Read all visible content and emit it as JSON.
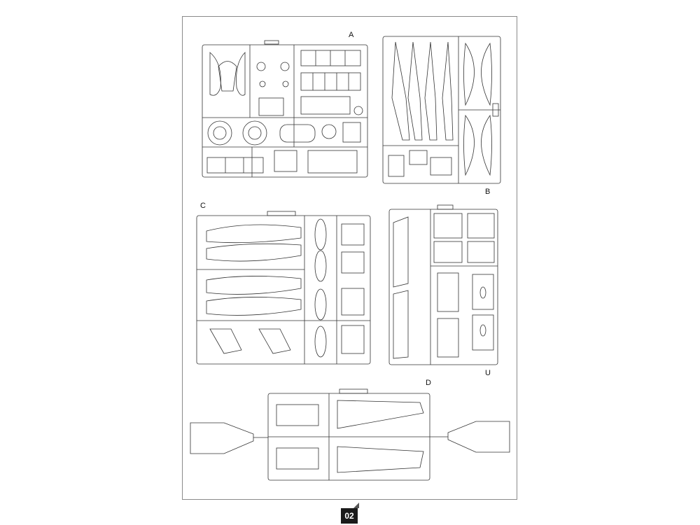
{
  "page": {
    "number": "02"
  },
  "sprues": [
    {
      "id": "A",
      "label": "A"
    },
    {
      "id": "B",
      "label": "B"
    },
    {
      "id": "C",
      "label": "C"
    },
    {
      "id": "U",
      "label": "U"
    },
    {
      "id": "D",
      "label": "D"
    }
  ],
  "colors": {
    "line": "#333333",
    "frame": "#8a8a8a",
    "page_number_bg": "#1a1a1a"
  }
}
